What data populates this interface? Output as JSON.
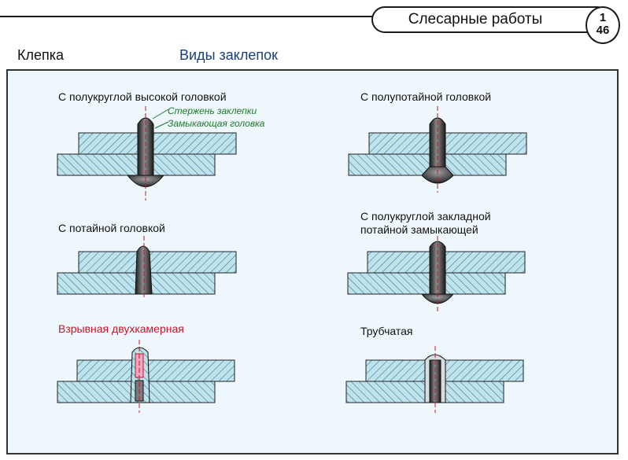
{
  "header": {
    "title": "Слесарные работы",
    "page_top": "1",
    "page_bottom": "46"
  },
  "section": {
    "title": "Клепка",
    "topic": "Виды заклепок"
  },
  "rivets": [
    {
      "label": "С полукруглой высокой головкой",
      "callouts": {
        "shank": "Стержень заклепки",
        "closing_head": "Замыкающая головка"
      }
    },
    {
      "label": "С полупотайной головкой"
    },
    {
      "label": "С потайной головкой"
    },
    {
      "label_line1": "С полукруглой закладной",
      "label_line2": "потайной замыкающей"
    },
    {
      "label": "Взрывная двухкамерная"
    },
    {
      "label": "Трубчатая"
    }
  ],
  "colors": {
    "plate": "#bfe3ec",
    "hatch": "#2f6f87",
    "rivet": "#2b2b2b",
    "label_red": "#c2182b",
    "callout_green": "#1e7a2e",
    "panel": "#eef7fb"
  }
}
